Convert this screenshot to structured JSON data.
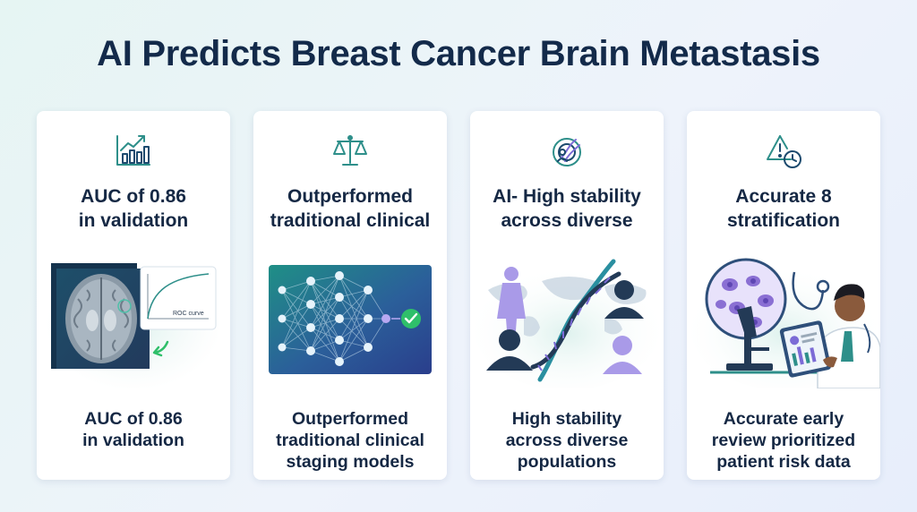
{
  "title": "AI Predicts Breast Cancer Brain Metastasis",
  "colors": {
    "navy": "#152844",
    "teal": "#2e8f8a",
    "purple": "#7c6bd6",
    "green": "#2fbf6a"
  },
  "cards": [
    {
      "icon": "bar-chart-growth-icon",
      "heading_lines": [
        "AUC of 0.86",
        "in validation"
      ],
      "illustration_label": "ROC curve",
      "footer_lines": [
        "AUC of 0.86",
        "in validation"
      ]
    },
    {
      "icon": "balance-scale-icon",
      "heading_lines": [
        "Outperformed",
        "traditional clinical"
      ],
      "footer_lines": [
        "Outperformed",
        "traditional clinical",
        "staging models"
      ]
    },
    {
      "icon": "dna-target-icon",
      "heading_lines": [
        "AI- High stability",
        "across diverse"
      ],
      "footer_lines": [
        "High stability",
        "across diverse",
        "populations"
      ]
    },
    {
      "icon": "warning-clock-icon",
      "heading_lines": [
        "Accurate 8",
        "stratification"
      ],
      "footer_lines": [
        "Accurate early",
        "review prioritized",
        "patient risk data"
      ]
    }
  ]
}
